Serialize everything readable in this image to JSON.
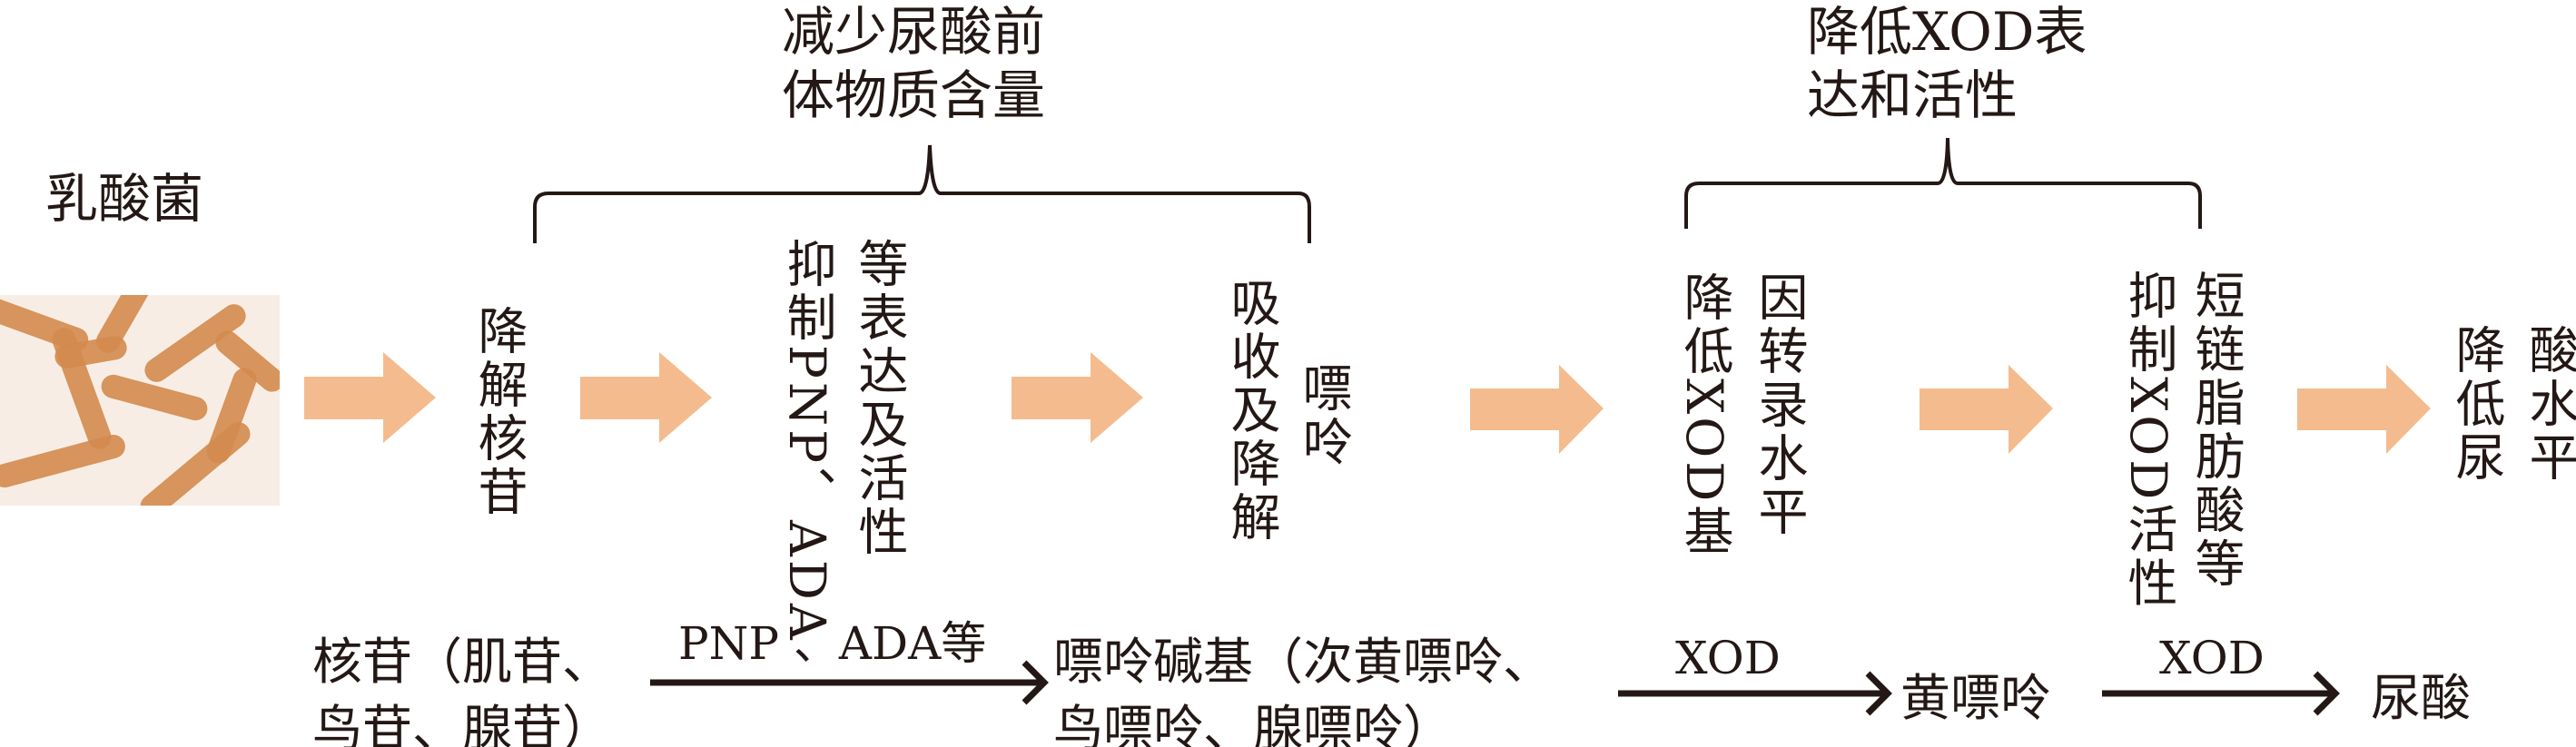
{
  "colors": {
    "arrow_fill": "#F4BC8E",
    "text": "#231815",
    "bacteria": "#D38A4E"
  },
  "left_label": "乳酸菌",
  "groups": [
    {
      "label_lines": [
        "减少尿酸前",
        "体物质含量"
      ]
    },
    {
      "label_lines": [
        "降低XOD表",
        "达和活性"
      ]
    }
  ],
  "steps": [
    {
      "columns": [
        "降解核苷"
      ]
    },
    {
      "columns": [
        "抑制PNP、ADA",
        "等表达及活性"
      ]
    },
    {
      "columns": [
        "吸收及降解",
        "嘌呤"
      ]
    },
    {
      "columns": [
        "降低XOD基",
        "因转录水平"
      ]
    },
    {
      "columns": [
        "抑制XOD活性",
        "短链脂肪酸等"
      ]
    },
    {
      "columns": [
        "降低尿",
        "酸水平"
      ]
    }
  ],
  "pathway": {
    "nucleosides": [
      "核苷（肌苷、",
      "鸟苷、腺苷）"
    ],
    "enzyme1": "PNP 、ADA等",
    "purine_bases": [
      "嘌呤碱基（次黄嘌呤、",
      "鸟嘌呤、腺嘌呤）"
    ],
    "enzyme2": "XOD",
    "xanthine": "黄嘌呤",
    "enzyme3": "XOD",
    "uric_acid": "尿酸"
  }
}
